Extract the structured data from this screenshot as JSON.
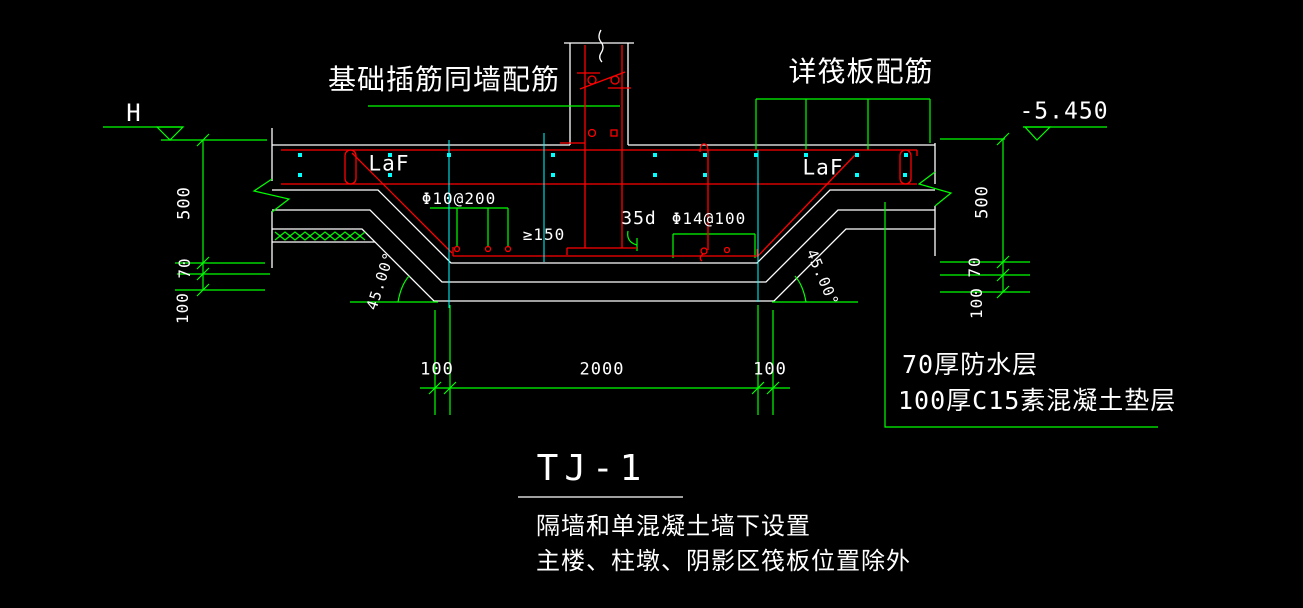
{
  "colors": {
    "background": "#000000",
    "outline_white": "#ffffff",
    "annotation_green": "#00ff00",
    "rebar_red": "#ff0000",
    "section_cyan": "#00ffff"
  },
  "labels": {
    "top_left": "基础插筋同墙配筋",
    "top_right": "详筏板配筋",
    "elevation_left": "H",
    "elevation_right": "-5.450",
    "lap_left": "LaF",
    "lap_right": "LaF",
    "bottom_dist_bars": "Φ10@200",
    "hook_min_length": "≥150",
    "anchorage": "35d",
    "pit_bars": "Φ14@100",
    "angle_left": "45.00°",
    "angle_right": "45.00°"
  },
  "dimensions": {
    "left": {
      "depth": "500",
      "waterproof": "70",
      "cushion": "100"
    },
    "right": {
      "depth": "500",
      "waterproof": "70",
      "cushion": "100"
    },
    "bottom": {
      "left_offset": "100",
      "width": "2000",
      "right_offset": "100"
    }
  },
  "layer_notes": {
    "line1": "70厚防水层",
    "line2": "100厚C15素混凝土垫层"
  },
  "title_block": {
    "name": "TJ-1",
    "note1": "隔墙和单混凝土墙下设置",
    "note2": "主楼、柱墩、阴影区筏板位置除外"
  }
}
